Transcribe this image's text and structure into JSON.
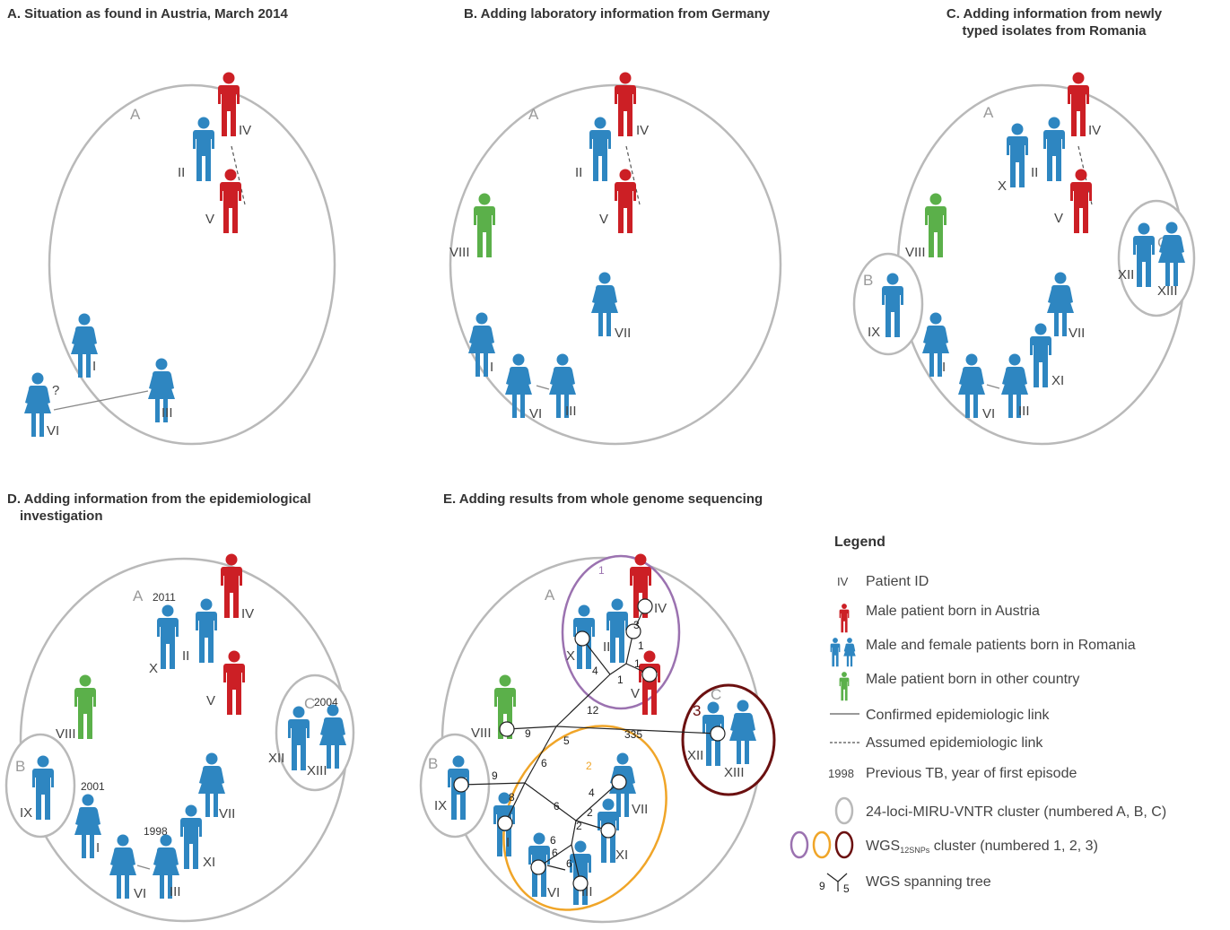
{
  "colors": {
    "austria": "#cc1f25",
    "romania": "#2e86c1",
    "other": "#5bb04a",
    "vntr_cluster": "#b9b9b9",
    "wgs1": "#9b72b0",
    "wgs2": "#f0a528",
    "wgs3": "#6b1010",
    "link": "#555555"
  },
  "panels": {
    "a": {
      "title": "A. Situation as found in Austria, March 2014"
    },
    "b": {
      "title": "B. Adding laboratory information from Germany"
    },
    "c": {
      "title_line1": "C. Adding information from newly",
      "title_line2": "typed isolates from Romania"
    },
    "d": {
      "title_line1": "D. Adding information from the epidemiological",
      "title_line2": "investigation"
    },
    "e": {
      "title": "E. Adding results from whole genome sequencing"
    }
  },
  "labels": {
    "cluster_a": "A",
    "cluster_b": "B",
    "cluster_c": "C",
    "question": "?",
    "wgs_cluster_1": "1",
    "wgs_cluster_2": "2",
    "wgs_cluster_3": "3",
    "patient_ids": [
      "I",
      "II",
      "III",
      "IV",
      "V",
      "VI",
      "VII",
      "VIII",
      "IX",
      "X",
      "XI",
      "XII",
      "XIII"
    ],
    "years": {
      "x": "2011",
      "xii": "2004",
      "i": "2001",
      "vi_iii": "1998"
    }
  },
  "edge_weights": [
    "1",
    "3",
    "4",
    "1",
    "1",
    "12",
    "335",
    "5",
    "9",
    "6",
    "9",
    "8",
    "6",
    "4",
    "2",
    "2",
    "6",
    "6",
    "6"
  ],
  "legend": {
    "title": "Legend",
    "patient_id_example": "IV",
    "patient_id": "Patient ID",
    "austria": "Male patient born in Austria",
    "romania": "Male and female patients born in Romania",
    "other": "Male patient born in other country",
    "confirmed": "Confirmed epidemiologic link",
    "assumed": "Assumed epidemiologic link",
    "year_example": "1998",
    "previous_tb": "Previous TB, year of first episode",
    "vntr": "24-loci-MIRU-VNTR cluster (numbered A, B, C)",
    "wgs_prefix": "WGS",
    "wgs_sub": "12SNPs",
    "wgs_suffix": " cluster (numbered 1, 2, 3)",
    "tree_left": "9",
    "tree_right": "5",
    "tree": "WGS spanning tree"
  }
}
